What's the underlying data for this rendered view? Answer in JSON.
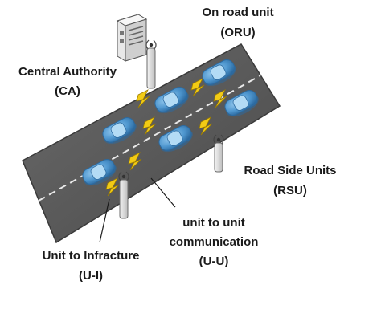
{
  "labels": {
    "oru_name": "On road unit",
    "oru_abbr": "(ORU)",
    "ca_name": "Central Authority",
    "ca_abbr": "(CA)",
    "rsu_name": "Road Side Units",
    "rsu_abbr": "(RSU)",
    "uu_line1": "unit to unit",
    "uu_line2": "communication",
    "uu_abbr": "(U-U)",
    "ui_name": "Unit to Infracture",
    "ui_abbr": "(U-I)"
  },
  "colors": {
    "road": "#555555",
    "road_edge": "#3a3a3a",
    "lane_marking": "#e9e9e9",
    "car_body": "#4f97cf",
    "car_highlight": "#b3dbf5",
    "car_shadow": "#2c6aa0",
    "lightning": "#f2cb15",
    "lightning_edge": "#9c7d00",
    "tower": "#d9d9d9",
    "tower_edge": "#6b6b6b",
    "label_text": "#1a1a1a"
  },
  "icons": {
    "server": "server-icon",
    "rsu": "antenna-tower-icon",
    "vehicle": "car-icon",
    "link": "lightning-icon"
  }
}
